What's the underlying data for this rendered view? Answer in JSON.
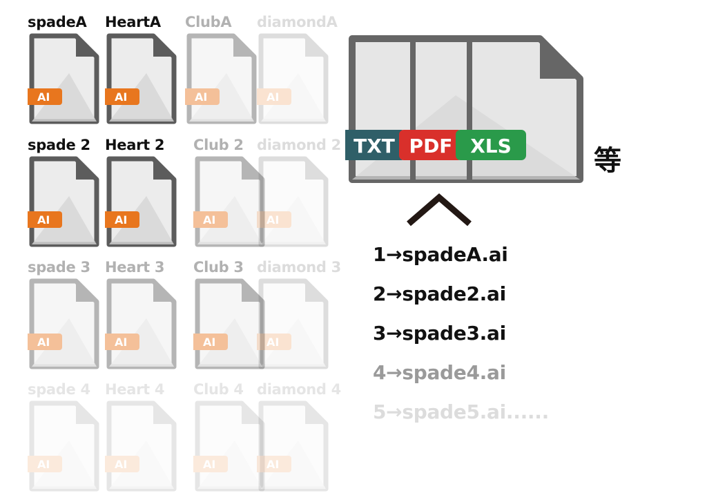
{
  "grid": {
    "rows": [
      {
        "cells": [
          {
            "label": "spadeA",
            "badge": "AI"
          },
          {
            "label": "HeartA",
            "badge": "AI"
          },
          {
            "label": "ClubA",
            "badge": "AI"
          },
          {
            "label": "diamondA",
            "badge": "AI"
          }
        ]
      },
      {
        "cells": [
          {
            "label": "spade 2",
            "badge": "AI"
          },
          {
            "label": "Heart 2",
            "badge": "AI"
          },
          {
            "label": "Club 2",
            "badge": "AI"
          },
          {
            "label": "diamond 2",
            "badge": "AI"
          }
        ]
      },
      {
        "cells": [
          {
            "label": "spade 3",
            "badge": "AI"
          },
          {
            "label": "Heart 3",
            "badge": "AI"
          },
          {
            "label": "Club 3",
            "badge": "AI"
          },
          {
            "label": "diamond 3",
            "badge": "AI"
          }
        ]
      },
      {
        "cells": [
          {
            "label": "spade 4",
            "badge": "AI"
          },
          {
            "label": "Heart 4",
            "badge": "AI"
          },
          {
            "label": "Club 4",
            "badge": "AI"
          },
          {
            "label": "diamond 4",
            "badge": "AI"
          }
        ]
      }
    ]
  },
  "formats": {
    "labels": [
      "TXT",
      "PDF",
      "XLS"
    ],
    "colors": [
      "#2f5f68",
      "#d9302b",
      "#2a9a4a"
    ],
    "suffix": "等"
  },
  "mapping": [
    "1→spadeA.ai",
    "2→spade2.ai",
    "3→spade3.ai",
    "4→spade4.ai",
    "5→spade5.ai......"
  ],
  "colors": {
    "badge_orange": "#e8761e",
    "file_border": "#5c5c5c",
    "file_fill": "#ececec"
  }
}
